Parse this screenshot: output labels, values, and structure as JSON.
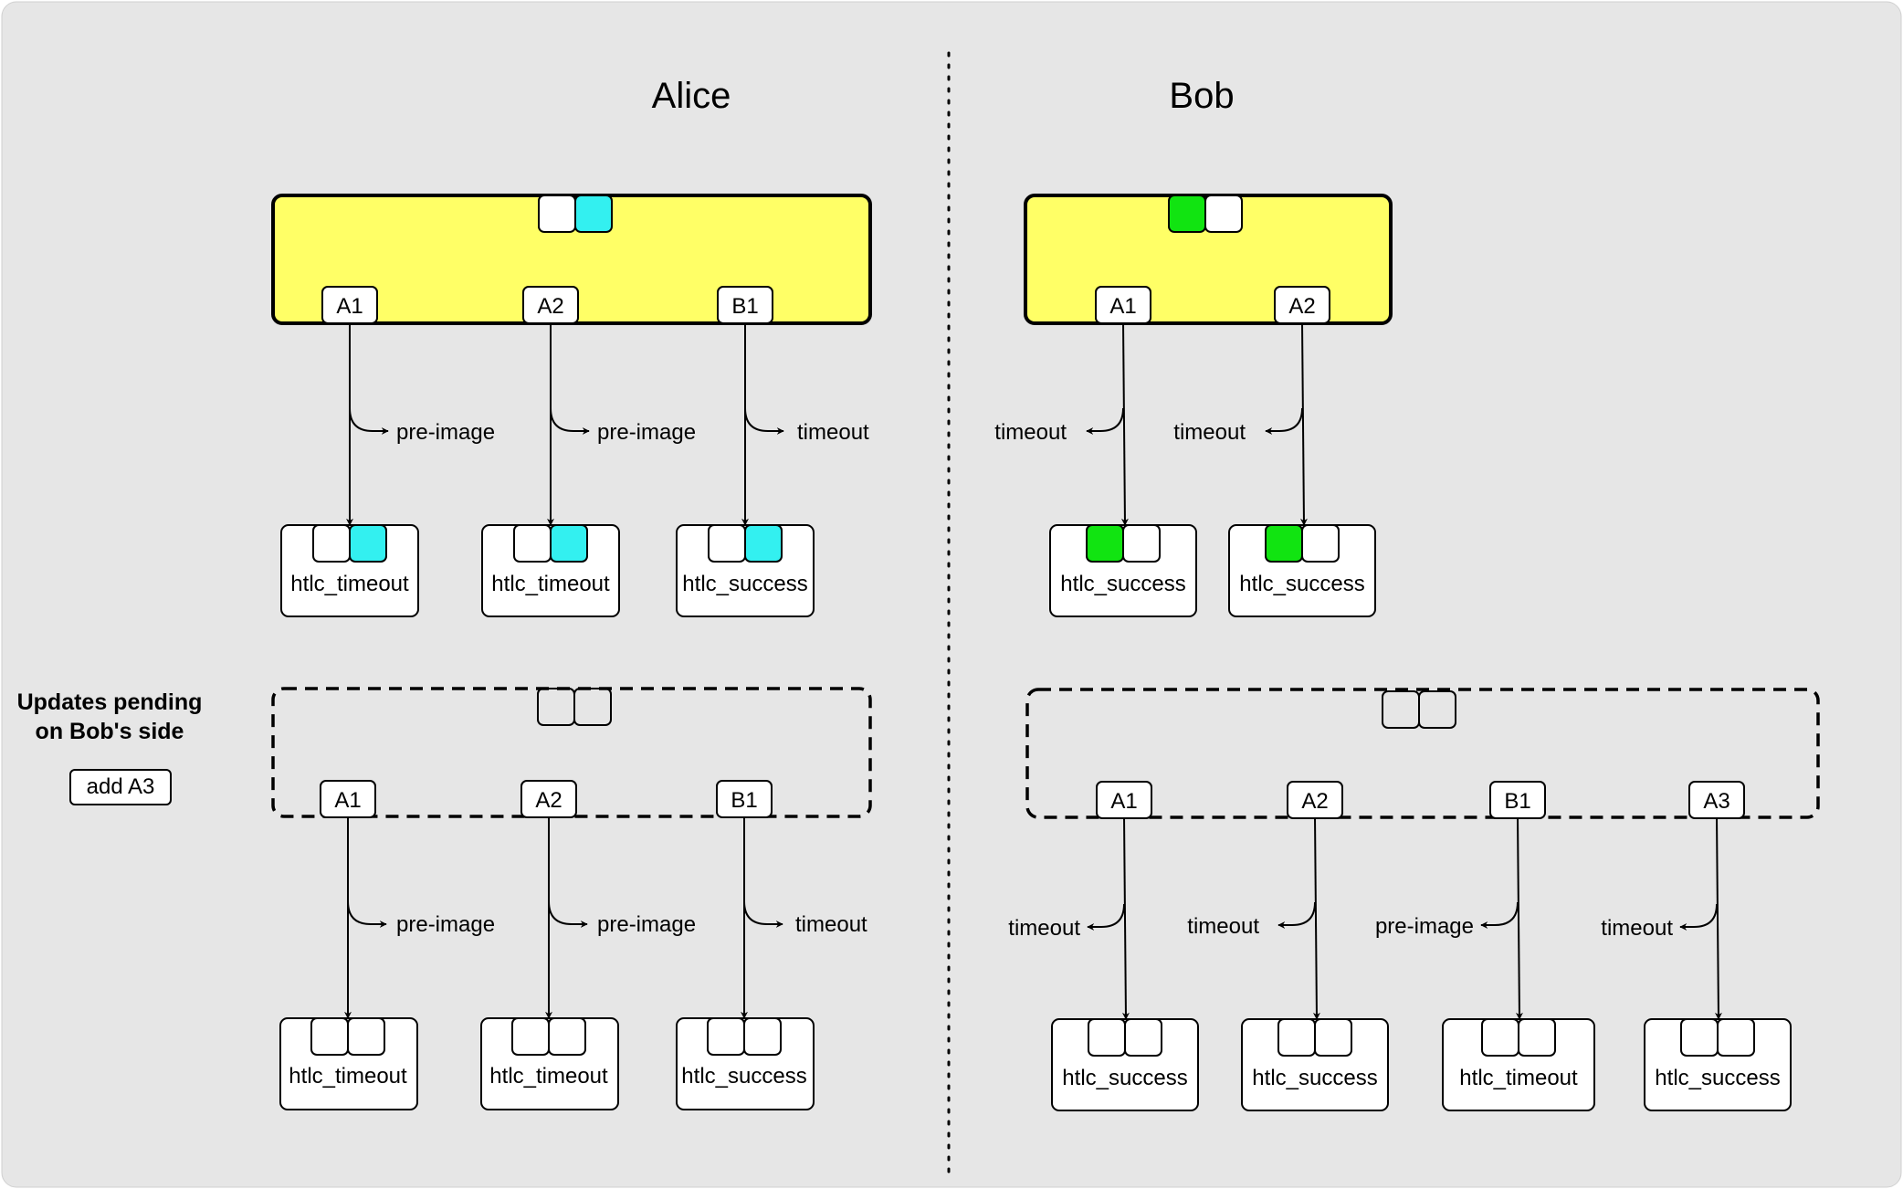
{
  "colors": {
    "background": "#e6e6e6",
    "commitment_fill": "#ffff66",
    "alice_sig": "#33f0f0",
    "bob_sig": "#11e411",
    "box": "#ffffff",
    "stroke": "#000000"
  },
  "headings": {
    "alice": "Alice",
    "bob": "Bob"
  },
  "side_note": {
    "line1": "Updates pending",
    "line2": "on Bob's side",
    "button": "add A3"
  },
  "alice_committed": {
    "outputs": [
      {
        "label": "A1",
        "path": "pre-image",
        "tx": "htlc_timeout"
      },
      {
        "label": "A2",
        "path": "pre-image",
        "tx": "htlc_timeout"
      },
      {
        "label": "B1",
        "path": "timeout",
        "tx": "htlc_success"
      }
    ]
  },
  "bob_committed": {
    "outputs": [
      {
        "label": "A1",
        "path": "timeout",
        "tx": "htlc_success"
      },
      {
        "label": "A2",
        "path": "timeout",
        "tx": "htlc_success"
      }
    ]
  },
  "alice_pending": {
    "outputs": [
      {
        "label": "A1",
        "path": "pre-image",
        "tx": "htlc_timeout"
      },
      {
        "label": "A2",
        "path": "pre-image",
        "tx": "htlc_timeout"
      },
      {
        "label": "B1",
        "path": "timeout",
        "tx": "htlc_success"
      }
    ]
  },
  "bob_pending": {
    "outputs": [
      {
        "label": "A1",
        "path": "timeout",
        "tx": "htlc_success"
      },
      {
        "label": "A2",
        "path": "timeout",
        "tx": "htlc_success"
      },
      {
        "label": "B1",
        "path": "pre-image",
        "tx": "htlc_timeout"
      },
      {
        "label": "A3",
        "path": "timeout",
        "tx": "htlc_success"
      }
    ]
  }
}
